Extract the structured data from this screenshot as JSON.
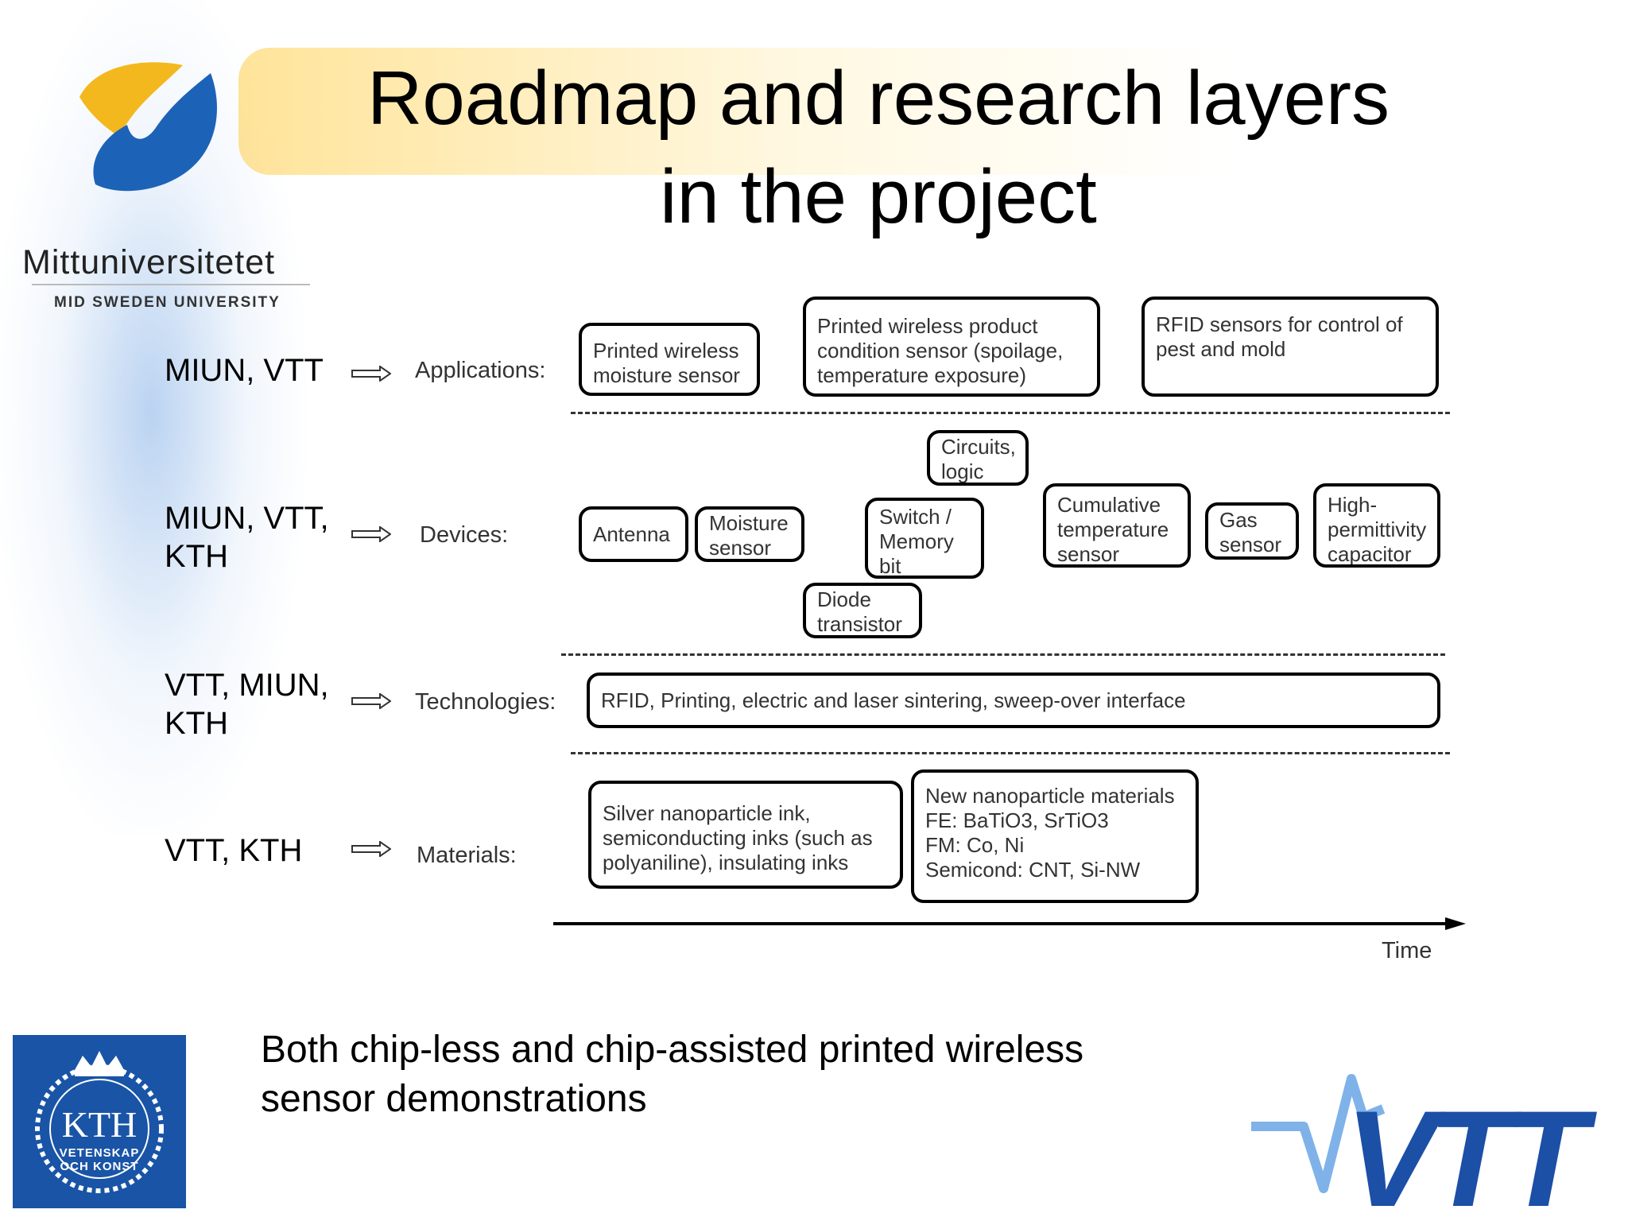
{
  "title": {
    "line1": "Roadmap and research layers",
    "line2": "in the project"
  },
  "logos": {
    "mid_sweden": {
      "name": "Mittuniversitetet",
      "subtitle": "MID SWEDEN UNIVERSITY"
    },
    "kth": {
      "name": "KTH",
      "motto_line1": "VETENSKAP",
      "motto_line2": "OCH KONST"
    },
    "vtt": {
      "name": "VTT"
    }
  },
  "layers": [
    {
      "partners_line1": "MIUN, VTT",
      "partners_line2": "",
      "label": "Applications:"
    },
    {
      "partners_line1": "MIUN, VTT,",
      "partners_line2": "KTH",
      "label": "Devices:"
    },
    {
      "partners_line1": "VTT, MIUN,",
      "partners_line2": "KTH",
      "label": "Technologies:"
    },
    {
      "partners_line1": "VTT, KTH",
      "partners_line2": "",
      "label": "Materials:"
    }
  ],
  "applications": [
    {
      "line1": "Printed wireless",
      "line2": "moisture sensor",
      "line3": ""
    },
    {
      "line1": "Printed wireless product",
      "line2": "condition sensor (spoilage,",
      "line3": "temperature exposure)"
    },
    {
      "line1": "RFID sensors for control of",
      "line2": "pest and mold",
      "line3": ""
    }
  ],
  "devices": {
    "antenna": "Antenna",
    "moisture": {
      "line1": "Moisture",
      "line2": "sensor"
    },
    "circuits": {
      "line1": "Circuits,",
      "line2": "logic"
    },
    "switch": {
      "line1": "Switch /",
      "line2": "Memory",
      "line3": "bit"
    },
    "diode": {
      "line1": "Diode",
      "line2": "transistor"
    },
    "cumulative": {
      "line1": "Cumulative",
      "line2": "temperature",
      "line3": "sensor"
    },
    "gas": {
      "line1": "Gas",
      "line2": "sensor"
    },
    "capacitor": {
      "line1": "High-",
      "line2": "permittivity",
      "line3": "capacitor"
    }
  },
  "technologies": {
    "text": "RFID, Printing, electric and laser sintering, sweep-over interface"
  },
  "materials": [
    {
      "line1": "Silver nanoparticle ink,",
      "line2": "semiconducting inks (such as",
      "line3": "polyaniline), insulating inks",
      "line4": ""
    },
    {
      "line1": "New nanoparticle materials",
      "line2": "FE: BaTiO3, SrTiO3",
      "line3": "FM: Co, Ni",
      "line4": "Semicond: CNT, Si-NW"
    }
  ],
  "time_label": "Time",
  "footer": {
    "line1": "Both chip-less and chip-assisted printed wireless",
    "line2": "sensor demonstrations"
  }
}
